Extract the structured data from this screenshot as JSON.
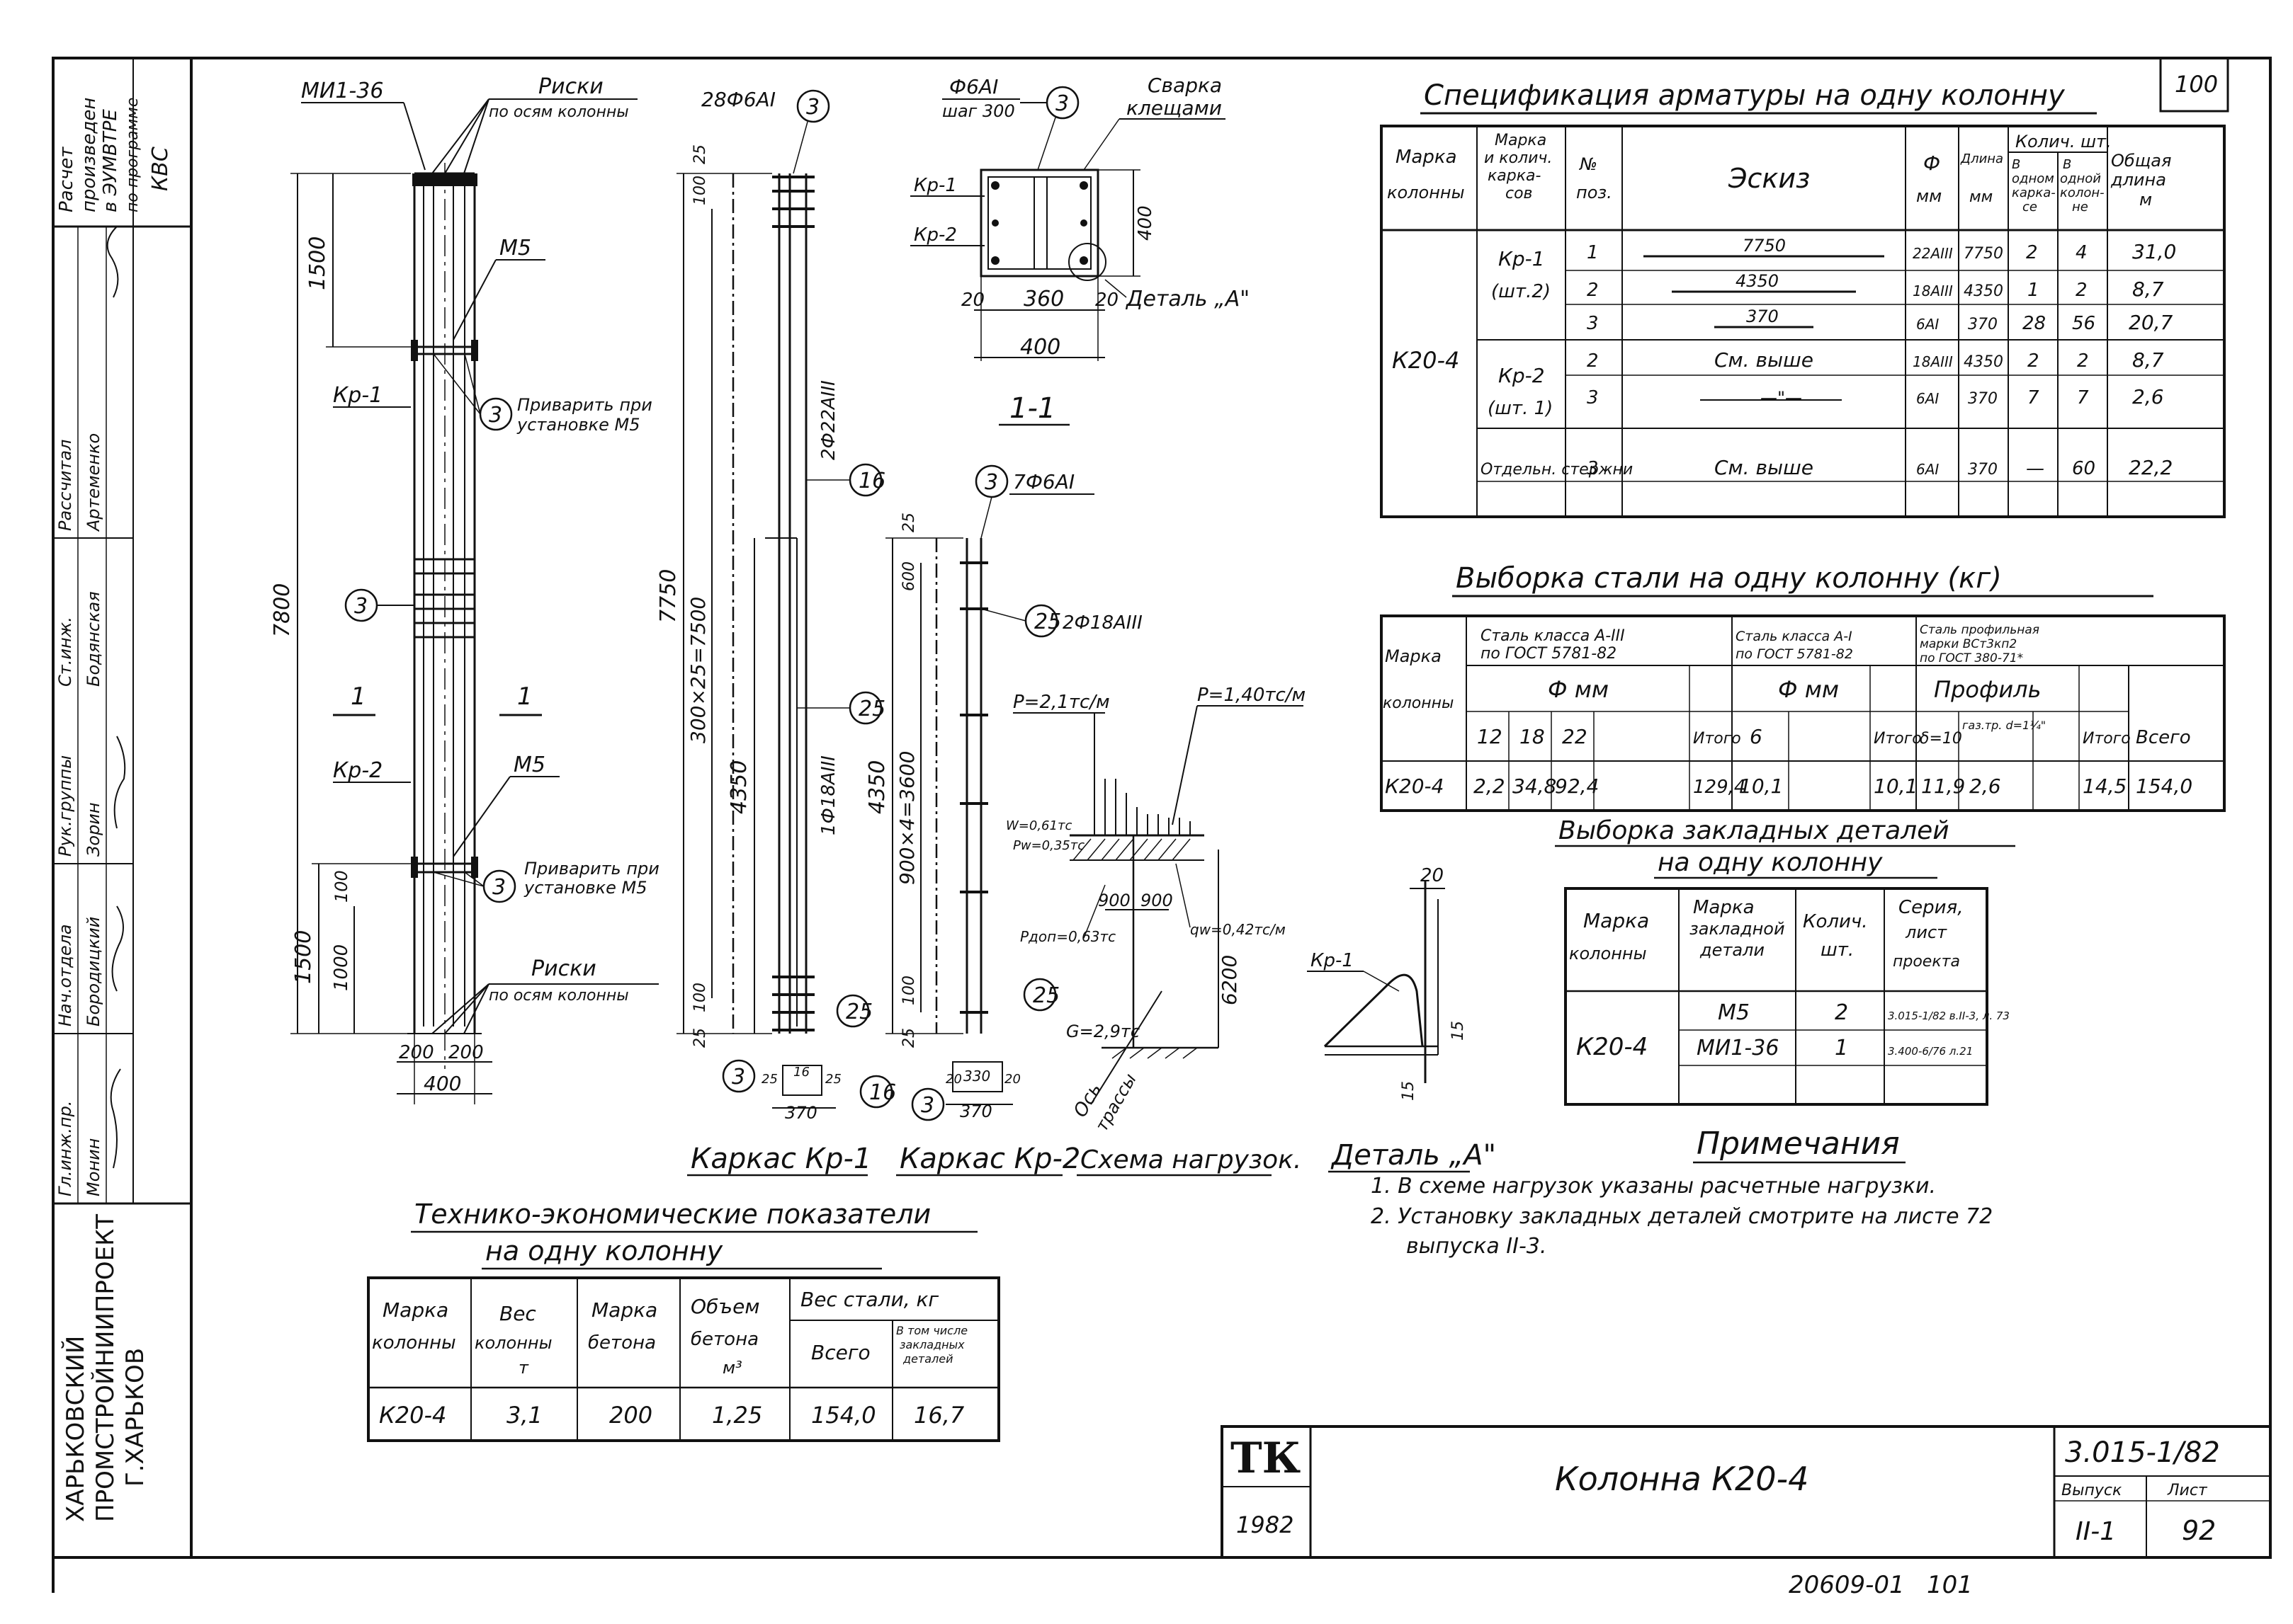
{
  "sheet_number_top": "100",
  "side_stamp": {
    "calc_note": [
      "Расчет",
      "произведен",
      "в ЭУМВТРЕ",
      "по программе",
      "КВС"
    ],
    "roles": [
      "Гл.инж.пр.",
      "Нач.отдела",
      "Рук.группы",
      "Ст.инж.",
      "Рассчитал"
    ],
    "people": [
      "Монин",
      "Бородицкий",
      "Зорин",
      "Бодянская",
      "Артеменко"
    ],
    "org": [
      "ХАРЬКОВСКИЙ",
      "ПРОМСТРОЙНИИПРОЕКТ",
      "Г.ХАРЬКОВ"
    ]
  },
  "elevation": {
    "mi_label": "МИ1-36",
    "riski_top": "Риски",
    "riski_top2": "по осям колонны",
    "m5_top": "М5",
    "kr1": "Кр-1",
    "kr2": "Кр-2",
    "weld_top_1": "Приварить при",
    "weld_top_2": "установке М5",
    "m5_bot": "М5",
    "weld_bot_1": "Приварить при",
    "weld_bot_2": "установке М5",
    "riski_bot": "Риски",
    "riski_bot2": "по осям колонны",
    "dim_1500_top": "1500",
    "dim_7800": "7800",
    "dim_1500_bot": "1500",
    "dim_1000": "1000",
    "dim_100": "100",
    "dim_200a": "200",
    "dim_200b": "200",
    "dim_400": "400",
    "sec_1a": "1",
    "sec_1b": "1",
    "circle_3": "3"
  },
  "frame_kr1": {
    "bars_top": "28Ф6АI",
    "dim_100": "100",
    "dim_25": "25",
    "dim_7750": "7750",
    "dim_300x25": "300×25=7500",
    "dim_4350": "4350",
    "label_2f22": "2Ф22АIII",
    "label_1f18": "1Ф18АIII",
    "dim_25b": "25",
    "dim_100b": "100",
    "sec_dims": [
      "25",
      "16",
      "25",
      "370"
    ],
    "caption": "Каркас Кр-1"
  },
  "section_11": {
    "label_top": "Ф6АI",
    "label_top2": "шаг 300",
    "svarka": "Сварка",
    "svarka2": "клещами",
    "kr1": "Кр-1",
    "kr2": "Кр-2",
    "dim_400v": "400",
    "dim_20a": "20",
    "dim_360": "360",
    "dim_20b": "20",
    "dim_400h": "400",
    "detail_a": "Деталь „А\"",
    "caption": "1-1"
  },
  "frame_kr2": {
    "bars_top": "7Ф6АI",
    "dim_25": "25",
    "dim_600": "600",
    "label_2f18": "2Ф18АIII",
    "dim_4350": "4350",
    "dim_900x4": "900×4=3600",
    "dim_100": "100",
    "dim_25b": "25",
    "sec_dims": [
      "20",
      "330",
      "20",
      "370"
    ],
    "caption": "Каркас Кр-2"
  },
  "load_scheme": {
    "p1": "Р=2,1тс/м",
    "p2": "Р=1,40тс/м",
    "w": "W=0,61тс",
    "pw": "Рw=0,35тс",
    "dim_900a": "900",
    "dim_900b": "900",
    "pdop": "Рдоп=0,63тс",
    "q": "qw=0,42тс/м",
    "g": "G=2,9тс",
    "dim_6200": "6200",
    "axis": "Ось",
    "axis2": "трассы",
    "caption": "Схема нагрузок."
  },
  "detail_a": {
    "kr1": "Кр-1",
    "dim_20": "20",
    "dim_15a": "15",
    "dim_15b": "15",
    "caption": "Деталь „А\""
  },
  "spec_table": {
    "title": "Спецификация арматуры на одну колонну",
    "headers": [
      "Марка колонны",
      "Марка и колич. каркасов",
      "№ поз.",
      "Эскиз",
      "Ф мм",
      "Длина мм",
      "В одном каркасе",
      "В одной колонне",
      "Общая длина м"
    ],
    "qty_header": "Колич. шт.",
    "column_mark": "К20-4",
    "rows": [
      {
        "frame": "Кр-1",
        "pos": "1",
        "sketch": "7750",
        "dia": "22АIII",
        "len": "7750",
        "q1": "2",
        "q2": "4",
        "total": "31,0"
      },
      {
        "frame": "(шт.2)",
        "pos": "2",
        "sketch": "4350",
        "dia": "18АIII",
        "len": "4350",
        "q1": "1",
        "q2": "2",
        "total": "8,7"
      },
      {
        "frame": "",
        "pos": "3",
        "sketch": "370",
        "dia": "6АI",
        "len": "370",
        "q1": "28",
        "q2": "56",
        "total": "20,7"
      },
      {
        "frame": "Кр-2",
        "pos": "2",
        "sketch": "См. выше",
        "dia": "18АIII",
        "len": "4350",
        "q1": "2",
        "q2": "2",
        "total": "8,7"
      },
      {
        "frame": "(шт. 1)",
        "pos": "3",
        "sketch": "—\"—",
        "dia": "6АI",
        "len": "370",
        "q1": "7",
        "q2": "7",
        "total": "2,6"
      },
      {
        "frame": "",
        "pos": "",
        "sketch": "",
        "dia": "",
        "len": "",
        "q1": "",
        "q2": "",
        "total": ""
      },
      {
        "frame": "Отдельн. стержни",
        "pos": "3",
        "sketch": "См. выше",
        "dia": "6АI",
        "len": "370",
        "q1": "—",
        "q2": "60",
        "total": "22,2"
      }
    ]
  },
  "steel_table": {
    "title": "Выборка стали на одну колонну (кг)",
    "h_mark": "Марка колонны",
    "h_a3": "Сталь класса А-III по ГОСТ 5781-82",
    "h_a1": "Сталь класса А-I по ГОСТ 5781-82",
    "h_prof": "Сталь профильная марки ВСт3кп2 по ГОСТ 380-71*",
    "h_fmm": "Ф мм",
    "h_fmm2": "Ф мм",
    "h_profile": "Профиль",
    "cols": [
      "12",
      "18",
      "22",
      "",
      "Итого",
      "6",
      "",
      "Итого",
      "δ=10",
      "газ.тр. d=1¼\"",
      "",
      "Итого",
      "Всего"
    ],
    "row": {
      "mark": "К20-4",
      "values": [
        "2,2",
        "34,8",
        "92,4",
        "",
        "129,4",
        "10,1",
        "",
        "10,1",
        "11,9",
        "2,6",
        "",
        "14,5",
        "154,0"
      ]
    }
  },
  "embed_table": {
    "title1": "Выборка закладных деталей",
    "title2": "на одну колонну",
    "headers": [
      "Марка колонны",
      "Марка закладной детали",
      "Колич. шт.",
      "Серия, лист проекта"
    ],
    "mark": "К20-4",
    "rows": [
      {
        "part": "М5",
        "qty": "2",
        "series": "3.015-1/82 в.II-3, л. 73"
      },
      {
        "part": "МИ1-36",
        "qty": "1",
        "series": "3.400-6/76 л.21"
      }
    ]
  },
  "notes": {
    "title": "Примечания",
    "items": [
      "1. В схеме нагрузок указаны расчетные нагрузки.",
      "2. Установку закладных деталей смотрите на листе 72",
      "выпуска II-3."
    ]
  },
  "tep_table": {
    "title1": "Технико-экономические показатели",
    "title2": "на одну колонну",
    "headers": [
      "Марка колонны",
      "Вес колонны т",
      "Марка бетона",
      "Объем бетона м³",
      "Всего",
      "В том числе закладных деталей"
    ],
    "steel_header": "Вес стали, кг",
    "row": [
      "К20-4",
      "3,1",
      "200",
      "1,25",
      "154,0",
      "16,7"
    ]
  },
  "title_block": {
    "logo": "ТК",
    "year": "1982",
    "name": "Колонна К20-4",
    "series": "3.015-1/82",
    "issue_label": "Выпуск",
    "issue": "II-1",
    "sheet_label": "Лист",
    "sheet": "92"
  },
  "footer_code": "20609-01",
  "footer_page": "101"
}
